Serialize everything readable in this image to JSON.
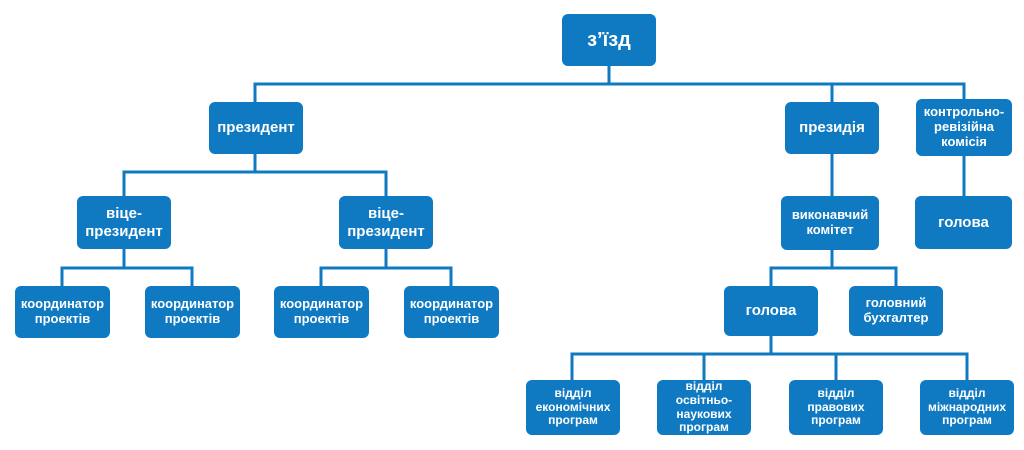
{
  "org_chart": {
    "congress": "з’їзд",
    "president": "президент",
    "presidium": "президія",
    "audit_commission": "контрольно-\nревізійна\nкомісія",
    "audit_head": "голова",
    "vice_presidents": [
      "віце-\nпрезидент",
      "віце-\nпрезидент"
    ],
    "project_coordinators": [
      "координатор\nпроектів",
      "координатор\nпроектів",
      "координатор\nпроектів",
      "координатор\nпроектів"
    ],
    "executive_committee": "виконавчий\nкомітет",
    "executive_head": "голова",
    "chief_accountant": "головний\nбухгалтер",
    "departments": [
      "відділ\nекономічних\nпрограм",
      "відділ\nосвітньо-\nнаукових\nпрограм",
      "відділ\nправових\nпрограм",
      "відділ\nміжнародних\nпрограм"
    ]
  },
  "colors": {
    "box_fill": "#0f7ac2",
    "connector": "#0f7ac2",
    "text": "#ffffff"
  }
}
